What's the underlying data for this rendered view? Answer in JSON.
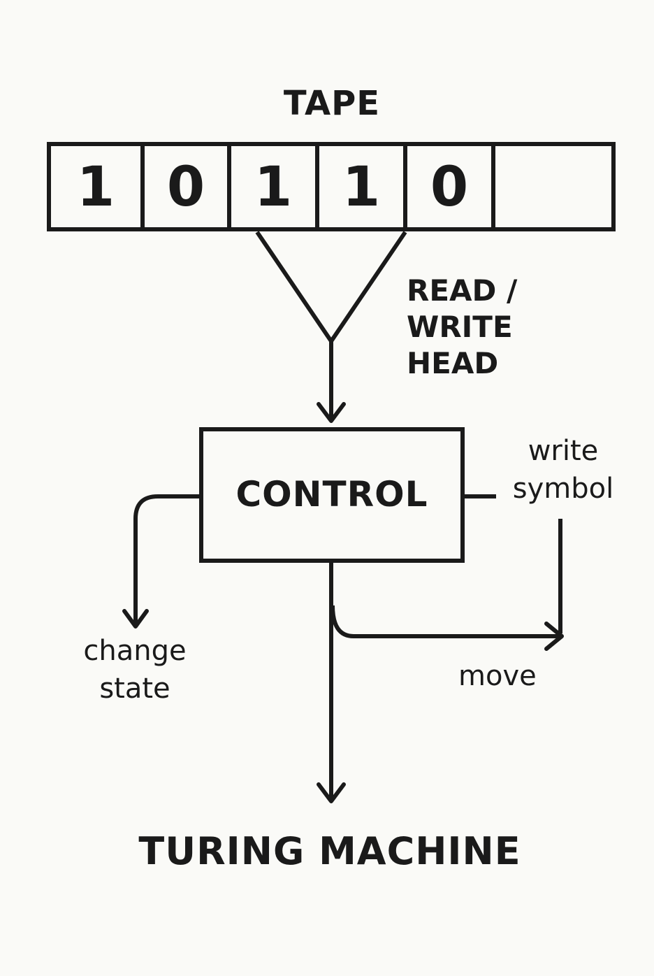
{
  "tape": {
    "title": "TAPE",
    "cells": [
      "1",
      "0",
      "1",
      "1",
      "0",
      ""
    ]
  },
  "head": {
    "label_lines": [
      "READ /",
      "WRITE",
      "HEAD"
    ]
  },
  "control": {
    "label": "CONTROL"
  },
  "actions": {
    "write_symbol_lines": [
      "write",
      "symbol"
    ],
    "change_state_lines": [
      "change",
      "state"
    ],
    "move": "move"
  },
  "footer": {
    "title": "TURING MACHINE"
  },
  "colors": {
    "background": "#fafaf7",
    "ink": "#1a1a1a"
  }
}
